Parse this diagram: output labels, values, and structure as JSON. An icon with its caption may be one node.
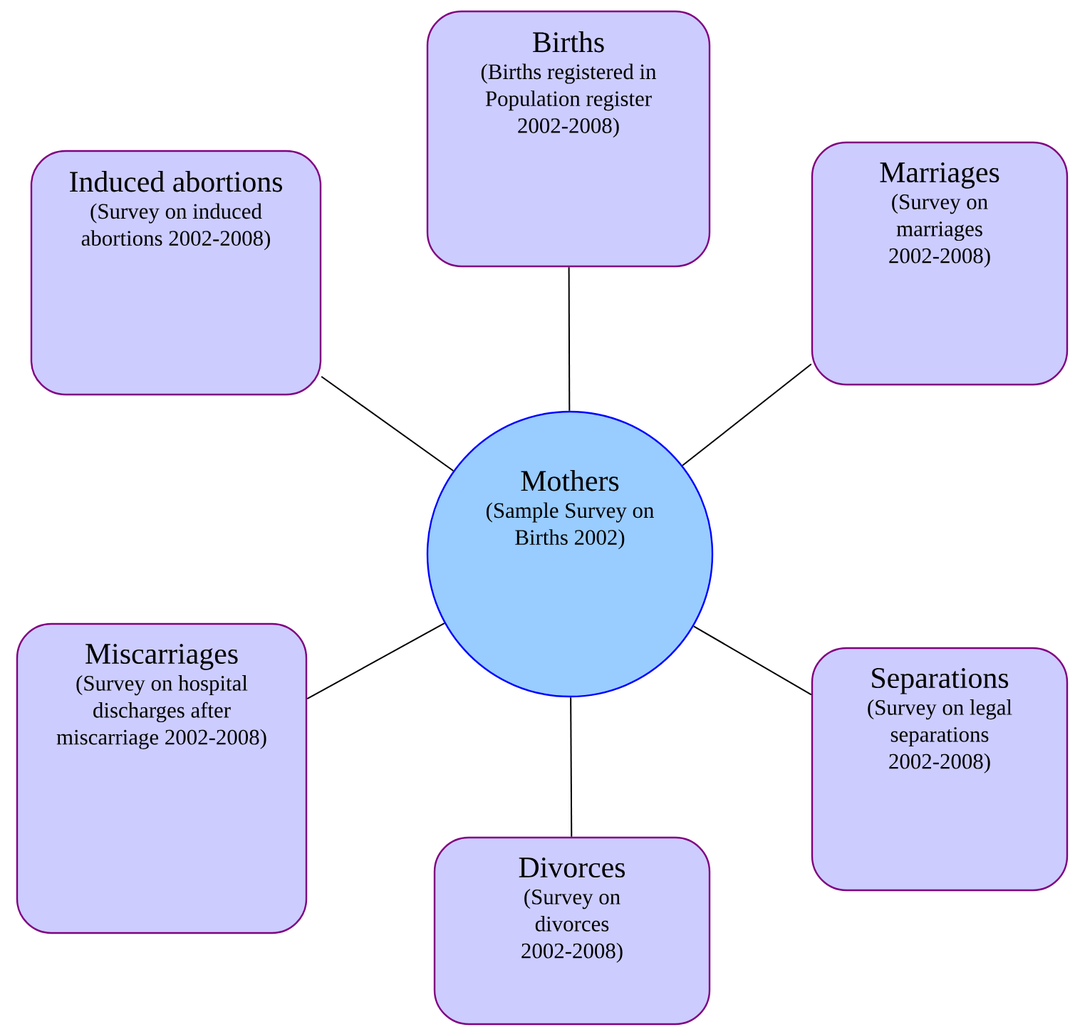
{
  "diagram": {
    "nodes": [
      {
        "text": [
          "Births",
          "(Births registered in Population register 2002-2008)"
        ]
      },
      {
        "text": [
          "Induced abortions",
          "(Survey on induced abortions 2002-2008)"
        ]
      },
      {
        "text": [
          "Marriages",
          "(Survey on marriages 2002-2008)"
        ]
      },
      {
        "text": [
          "Mothers",
          "(Sample Survey on Births 2002)"
        ]
      },
      {
        "text": [
          "Miscarriages",
          "(Survey on hospital discharges after miscarriage 2002-2008)"
        ]
      },
      {
        "text": [
          "Separations",
          "(Survey on legal separations 2002-2008)"
        ]
      },
      {
        "text": [
          "Divorces",
          "(Survey on divorces 2002-2008)"
        ]
      }
    ],
    "edges": [
      {
        "from": 3,
        "to": 0,
        "arrow": "none"
      },
      {
        "from": 3,
        "to": 1,
        "arrow": "none"
      },
      {
        "from": 3,
        "to": 2,
        "arrow": "none"
      },
      {
        "from": 3,
        "to": 4,
        "arrow": "none"
      },
      {
        "from": 3,
        "to": 5,
        "arrow": "none"
      },
      {
        "from": 3,
        "to": 6,
        "arrow": "none"
      }
    ]
  }
}
